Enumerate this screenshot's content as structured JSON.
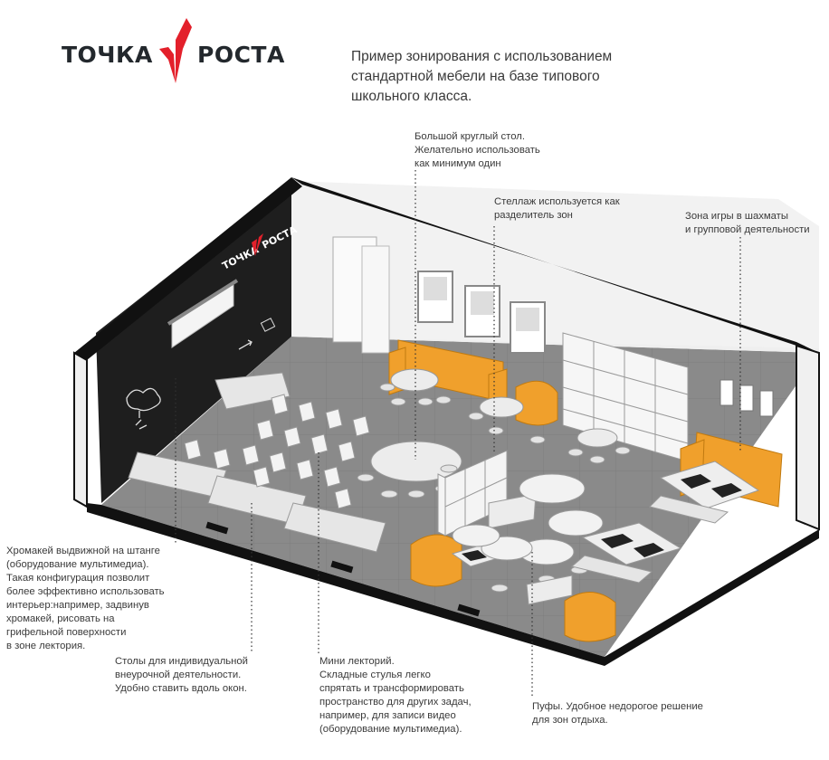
{
  "logo": {
    "word_left": "ТОЧКА",
    "word_right": "РОСТА",
    "mark_color": "#e3202b"
  },
  "headline": "Пример зонирования с использованием\nстандартной мебели на базе типового\nшкольного класса.",
  "board_logo": {
    "word_left": "ТОЧКА",
    "word_right": "РОСТА"
  },
  "callouts": {
    "round_table": "Большой круглый стол.\nЖелательно использовать\nкак минимум один",
    "shelf": "Стеллаж используется как\nразделитель зон",
    "chess": "Зона игры в шахматы\nи групповой деятельности",
    "chromakey": "Хромакей выдвижной на штанге\n(оборудование мультимедиа).\nТакая  конфигурация позволит\nболее эффективно использовать\nинтерьер:например, задвинув\nхромакей, рисовать на\nгрифельной поверхности\nв зоне лектория.",
    "desks": "Столы для индивидуальной\nвнеурочной деятельности.\nУдобно ставить вдоль окон.",
    "lecture": "Мини лекторий.\nСкладные стулья легко\nспрятать и трансформировать\nпространство для других задач,\nнапример, для записи видео\n(оборудование мультимедиа).",
    "poufs": "Пуфы. Удобное недорогое решение\nдля зон отдыха."
  },
  "colors": {
    "accent_red": "#e3202b",
    "sofa_orange": "#f0a02c",
    "floor_grey": "#8c8c8c",
    "chalkboard": "#1e1e1e"
  }
}
